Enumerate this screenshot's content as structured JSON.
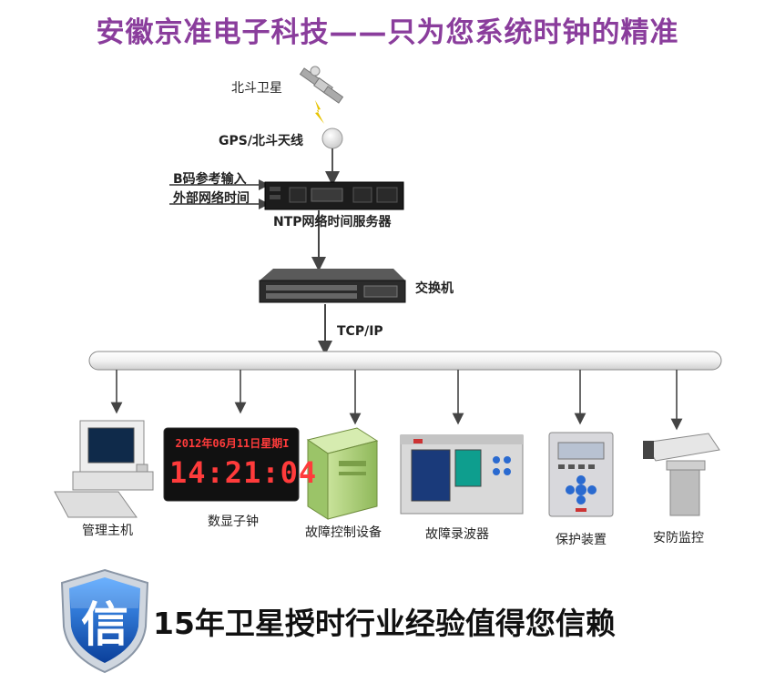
{
  "header": {
    "title": "安徽京准电子科技——只为您系统时钟的精准"
  },
  "diagram": {
    "satellite_label": "北斗卫星",
    "antenna_label": "GPS/北斗天线",
    "input_b_code": "B码参考输入",
    "input_external_time": "外部网络时间",
    "ntp_server_label": "NTP网络时间服务器",
    "switch_label": "交换机",
    "protocol_label": "TCP/IP",
    "clock_display": {
      "date_line": "2012年06月11日星期I",
      "time_line": "14:21:04"
    },
    "devices": [
      {
        "id": "host",
        "label": "管理主机"
      },
      {
        "id": "clock",
        "label": "数显子钟"
      },
      {
        "id": "fault-control",
        "label": "故障控制设备"
      },
      {
        "id": "fault-recorder",
        "label": "故障录波器"
      },
      {
        "id": "protection",
        "label": "保护装置"
      },
      {
        "id": "security",
        "label": "安防监控"
      }
    ]
  },
  "footer": {
    "badge_char": "信",
    "slogan": "15年卫星授时行业经验值得您信赖"
  },
  "colors": {
    "title": "#8a3d9c",
    "shield_blue": "#1f64c8",
    "led_red": "#ff3b3b"
  }
}
